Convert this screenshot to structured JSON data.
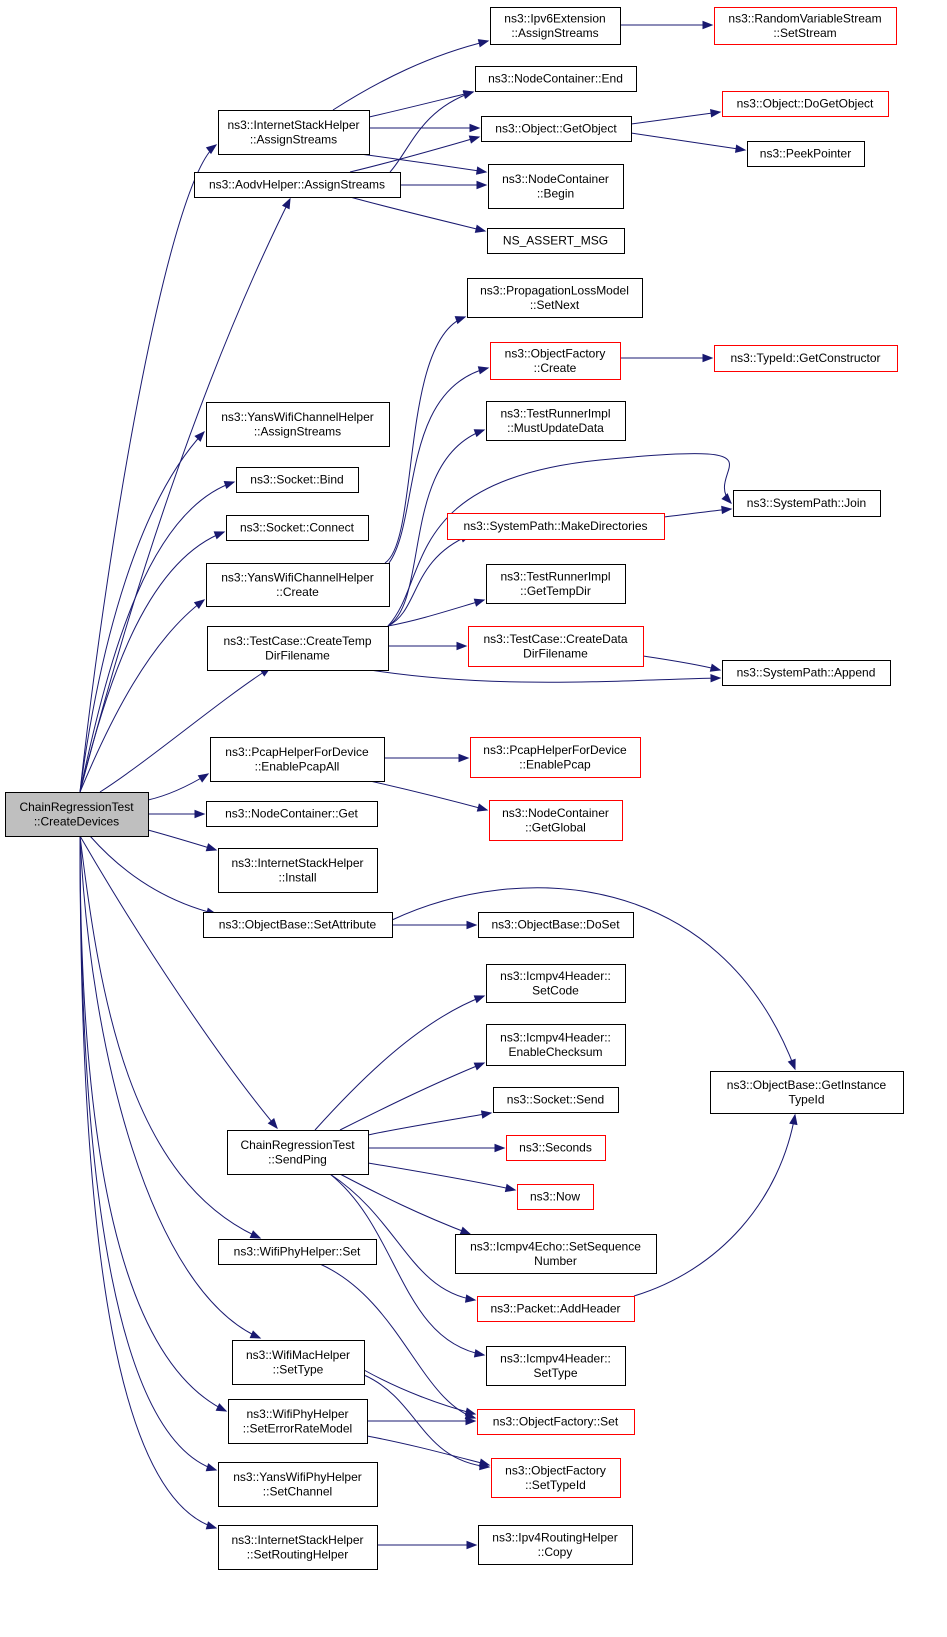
{
  "graph": {
    "colors": {
      "edge": "#191970",
      "node_border": "#000000",
      "truncated_border": "#ff0000",
      "root_fill": "#bfbfbf"
    },
    "nodes": [
      {
        "id": "root",
        "lines": [
          "ChainRegressionTest",
          "::CreateDevices"
        ],
        "root": true
      },
      {
        "id": "ish_assign",
        "lines": [
          "ns3::InternetStackHelper",
          "::AssignStreams"
        ]
      },
      {
        "id": "aodv_assign",
        "lines": [
          "ns3::AodvHelper::AssignStreams"
        ]
      },
      {
        "id": "yans_chan_assign",
        "lines": [
          "ns3::YansWifiChannelHelper",
          "::AssignStreams"
        ]
      },
      {
        "id": "socket_bind",
        "lines": [
          "ns3::Socket::Bind"
        ]
      },
      {
        "id": "socket_connect",
        "lines": [
          "ns3::Socket::Connect"
        ]
      },
      {
        "id": "yans_chan_create",
        "lines": [
          "ns3::YansWifiChannelHelper",
          "::Create"
        ]
      },
      {
        "id": "tc_create_temp",
        "lines": [
          "ns3::TestCase::CreateTemp",
          "DirFilename"
        ]
      },
      {
        "id": "pcap_enable_all",
        "lines": [
          "ns3::PcapHelperForDevice",
          "::EnablePcapAll"
        ]
      },
      {
        "id": "nc_get",
        "lines": [
          "ns3::NodeContainer::Get"
        ]
      },
      {
        "id": "ish_install",
        "lines": [
          "ns3::InternetStackHelper",
          "::Install"
        ]
      },
      {
        "id": "ob_set_attr",
        "lines": [
          "ns3::ObjectBase::SetAttribute"
        ]
      },
      {
        "id": "crt_send_ping",
        "lines": [
          "ChainRegressionTest",
          "::SendPing"
        ]
      },
      {
        "id": "wifiphy_set",
        "lines": [
          "ns3::WifiPhyHelper::Set"
        ]
      },
      {
        "id": "wifimac_settype",
        "lines": [
          "ns3::WifiMacHelper",
          "::SetType"
        ]
      },
      {
        "id": "wifiphy_seterr",
        "lines": [
          "ns3::WifiPhyHelper",
          "::SetErrorRateModel"
        ]
      },
      {
        "id": "yansphy_setchan",
        "lines": [
          "ns3::YansWifiPhyHelper",
          "::SetChannel"
        ]
      },
      {
        "id": "ish_setrouting",
        "lines": [
          "ns3::InternetStackHelper",
          "::SetRoutingHelper"
        ]
      },
      {
        "id": "ipv6ext_assign",
        "lines": [
          "ns3::Ipv6Extension",
          "::AssignStreams"
        ]
      },
      {
        "id": "nc_end",
        "lines": [
          "ns3::NodeContainer::End"
        ]
      },
      {
        "id": "obj_getobject",
        "lines": [
          "ns3::Object::GetObject"
        ]
      },
      {
        "id": "nc_begin",
        "lines": [
          "ns3::NodeContainer",
          "::Begin"
        ]
      },
      {
        "id": "ns_assert",
        "lines": [
          "NS_ASSERT_MSG"
        ]
      },
      {
        "id": "plm_setnext",
        "lines": [
          "ns3::PropagationLossModel",
          "::SetNext"
        ]
      },
      {
        "id": "of_create",
        "lines": [
          "ns3::ObjectFactory",
          "::Create"
        ],
        "truncated": true
      },
      {
        "id": "tri_mustupdate",
        "lines": [
          "ns3::TestRunnerImpl",
          "::MustUpdateData"
        ]
      },
      {
        "id": "sp_makedirs",
        "lines": [
          "ns3::SystemPath::MakeDirectories"
        ],
        "truncated": true
      },
      {
        "id": "tri_gettempdir",
        "lines": [
          "ns3::TestRunnerImpl",
          "::GetTempDir"
        ]
      },
      {
        "id": "tc_createdata",
        "lines": [
          "ns3::TestCase::CreateData",
          "DirFilename"
        ],
        "truncated": true
      },
      {
        "id": "pcap_enable",
        "lines": [
          "ns3::PcapHelperForDevice",
          "::EnablePcap"
        ],
        "truncated": true
      },
      {
        "id": "nc_getglobal",
        "lines": [
          "ns3::NodeContainer",
          "::GetGlobal"
        ],
        "truncated": true
      },
      {
        "id": "ob_doset",
        "lines": [
          "ns3::ObjectBase::DoSet"
        ]
      },
      {
        "id": "icmp_setcode",
        "lines": [
          "ns3::Icmpv4Header::",
          "SetCode"
        ]
      },
      {
        "id": "icmp_checksum",
        "lines": [
          "ns3::Icmpv4Header::",
          "EnableChecksum"
        ]
      },
      {
        "id": "socket_send",
        "lines": [
          "ns3::Socket::Send"
        ]
      },
      {
        "id": "seconds",
        "lines": [
          "ns3::Seconds"
        ],
        "truncated": true
      },
      {
        "id": "now",
        "lines": [
          "ns3::Now"
        ],
        "truncated": true
      },
      {
        "id": "echo_setseq",
        "lines": [
          "ns3::Icmpv4Echo::SetSequence",
          "Number"
        ]
      },
      {
        "id": "packet_addheader",
        "lines": [
          "ns3::Packet::AddHeader"
        ],
        "truncated": true
      },
      {
        "id": "icmp_settype",
        "lines": [
          "ns3::Icmpv4Header::",
          "SetType"
        ]
      },
      {
        "id": "of_set",
        "lines": [
          "ns3::ObjectFactory::Set"
        ],
        "truncated": true
      },
      {
        "id": "of_settypeid",
        "lines": [
          "ns3::ObjectFactory",
          "::SetTypeId"
        ],
        "truncated": true
      },
      {
        "id": "ipv4rh_copy",
        "lines": [
          "ns3::Ipv4RoutingHelper",
          "::Copy"
        ]
      },
      {
        "id": "rvs_setstream",
        "lines": [
          "ns3::RandomVariableStream",
          "::SetStream"
        ],
        "truncated": true
      },
      {
        "id": "obj_dogetobject",
        "lines": [
          "ns3::Object::DoGetObject"
        ],
        "truncated": true
      },
      {
        "id": "peekpointer",
        "lines": [
          "ns3::PeekPointer"
        ]
      },
      {
        "id": "typeid_getctor",
        "lines": [
          "ns3::TypeId::GetConstructor"
        ],
        "truncated": true
      },
      {
        "id": "sp_join",
        "lines": [
          "ns3::SystemPath::Join"
        ]
      },
      {
        "id": "sp_append",
        "lines": [
          "ns3::SystemPath::Append"
        ]
      },
      {
        "id": "ob_getinstance",
        "lines": [
          "ns3::ObjectBase::GetInstance",
          "TypeId"
        ]
      }
    ],
    "edges": [
      [
        "root",
        "ish_assign"
      ],
      [
        "root",
        "aodv_assign"
      ],
      [
        "root",
        "yans_chan_assign"
      ],
      [
        "root",
        "socket_bind"
      ],
      [
        "root",
        "socket_connect"
      ],
      [
        "root",
        "yans_chan_create"
      ],
      [
        "root",
        "tc_create_temp"
      ],
      [
        "root",
        "pcap_enable_all"
      ],
      [
        "root",
        "nc_get"
      ],
      [
        "root",
        "ish_install"
      ],
      [
        "root",
        "ob_set_attr"
      ],
      [
        "root",
        "crt_send_ping"
      ],
      [
        "root",
        "wifiphy_set"
      ],
      [
        "root",
        "wifimac_settype"
      ],
      [
        "root",
        "wifiphy_seterr"
      ],
      [
        "root",
        "yansphy_setchan"
      ],
      [
        "root",
        "ish_setrouting"
      ],
      [
        "ish_assign",
        "ipv6ext_assign"
      ],
      [
        "ish_assign",
        "nc_end"
      ],
      [
        "ish_assign",
        "obj_getobject"
      ],
      [
        "ish_assign",
        "nc_begin"
      ],
      [
        "aodv_assign",
        "nc_end"
      ],
      [
        "aodv_assign",
        "obj_getobject"
      ],
      [
        "aodv_assign",
        "nc_begin"
      ],
      [
        "aodv_assign",
        "ns_assert"
      ],
      [
        "ipv6ext_assign",
        "rvs_setstream"
      ],
      [
        "obj_getobject",
        "obj_dogetobject"
      ],
      [
        "obj_getobject",
        "peekpointer"
      ],
      [
        "yans_chan_create",
        "plm_setnext"
      ],
      [
        "yans_chan_create",
        "of_create"
      ],
      [
        "of_create",
        "typeid_getctor"
      ],
      [
        "tc_create_temp",
        "tri_mustupdate"
      ],
      [
        "tc_create_temp",
        "sp_join"
      ],
      [
        "tc_create_temp",
        "sp_makedirs"
      ],
      [
        "tc_create_temp",
        "tri_gettempdir"
      ],
      [
        "tc_create_temp",
        "tc_createdata"
      ],
      [
        "tc_create_temp",
        "sp_append"
      ],
      [
        "sp_makedirs",
        "sp_join"
      ],
      [
        "tc_createdata",
        "sp_append"
      ],
      [
        "pcap_enable_all",
        "pcap_enable"
      ],
      [
        "pcap_enable_all",
        "nc_getglobal"
      ],
      [
        "ob_set_attr",
        "ob_doset"
      ],
      [
        "ob_set_attr",
        "ob_getinstance"
      ],
      [
        "crt_send_ping",
        "icmp_setcode"
      ],
      [
        "crt_send_ping",
        "icmp_checksum"
      ],
      [
        "crt_send_ping",
        "socket_send"
      ],
      [
        "crt_send_ping",
        "seconds"
      ],
      [
        "crt_send_ping",
        "now"
      ],
      [
        "crt_send_ping",
        "echo_setseq"
      ],
      [
        "crt_send_ping",
        "packet_addheader"
      ],
      [
        "crt_send_ping",
        "icmp_settype"
      ],
      [
        "packet_addheader",
        "ob_getinstance"
      ],
      [
        "wifiphy_set",
        "of_set"
      ],
      [
        "wifimac_settype",
        "of_set"
      ],
      [
        "wifimac_settype",
        "of_settypeid"
      ],
      [
        "wifiphy_seterr",
        "of_set"
      ],
      [
        "wifiphy_seterr",
        "of_settypeid"
      ],
      [
        "ish_setrouting",
        "ipv4rh_copy"
      ]
    ]
  }
}
